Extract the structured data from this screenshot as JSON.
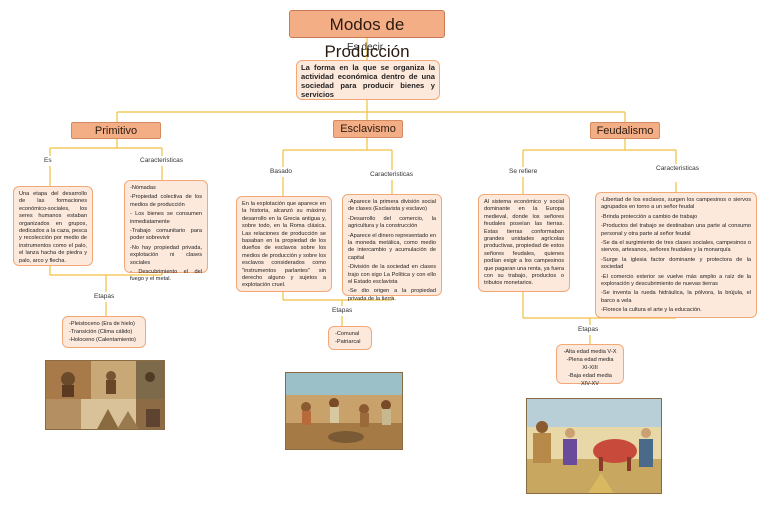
{
  "title": "Modos de Producción",
  "es_decir": "Es decir",
  "definition": "La forma en la que se organiza la actividad económica dentro de una sociedad para producir bienes y servicios",
  "etapas_label": "Etapas",
  "primitivo": {
    "title": "Primitivo",
    "left_label": "Es",
    "right_label": "Caracteristicas",
    "description": "Una etapa del desarrollo de las formaciones económico-sociales, los seres humanos estaban organizados en grupos, dedicados a la caza, pesca y recolección por medio de instrumentos como el palo, el lanza hacha de piedra y palo, arco y flecha.",
    "characteristics": [
      "-Nómadas",
      "-Propiedad colectiva de los medios de producción",
      "- Los bienes se consumen inmediatamente",
      "-Trabajo comunitario para poder sobrevivir",
      "-No hay propiedad privada, explotación ni clases sociales",
      "- Descubrimiento el del fuego y el metal."
    ],
    "etapas": [
      "-Pleistoceno (Era de hielo)",
      "-Transición (Clima cálido)",
      "-Holoceno (Calentamiento)"
    ]
  },
  "esclavismo": {
    "title": "Esclavismo",
    "left_label": "Basado",
    "right_label": "Caracteristicas",
    "description": "En la explotación que aparece en la historia, alcanzó su máximo desarrollo en la Grecia antigua y, sobre todo, en la Roma clásica. Las relaciones de producción se basaban en la propiedad de los dueños de esclavos sobre los medios de producción y sobre los esclavos considerados como \"instrumentos parlantes\" sin derecho alguno y sujetos a explotación cruel.",
    "characteristics": [
      "-Aparece la primera división social de clases (Esclavista y esclavo)",
      "-Desarrollo del comercio, la agricultura y la construcción",
      "-Aparece el dinero representado en la moneda metálica, como medio de intercambio y acumulación de capital",
      "-División de la sociedad en clases trajo con sigo La Política y con ello el Estado esclavista",
      "-Se dio origen a la propiedad privada de la tierra."
    ],
    "etapas": [
      "-Comunal",
      "-Patriarcal"
    ]
  },
  "feudalismo": {
    "title": "Feudalismo",
    "left_label": "Se refiere",
    "right_label": "Caracteristicas",
    "description": "Al sistema económico y social dominante en la Europa medieval, donde los señores feudales poseían las tierras. Estas tierras conformaban grandes unidades agrícolas productivas, propiedad de estos señores feudales, quienes podían exigir a los campesinos que pagaran una renta, ya fuera con su trabajo, productos o tributos monetarios.",
    "characteristics": [
      "-Libertad de los esclavos, surgen los campesinos o siervos agrupados en torno a un señor feudal",
      "-Brinda protección a cambio de trabajo",
      "-Productos del trabajo se destinaban una parte al consumo personal y otra parte al señor feudal",
      "-Se da el surgimiento de tres clases sociales, campesinos o siervos, artesanos, señores feudales y la monarquía",
      "-Surge la iglesia factor dominante y protectora de la sociedad",
      "-El comercio exterior se vuelve más amplio a raíz de la exploración y descubrimiento de nuevas tierras",
      "-Se inventa la rueda hidráulica, la pólvora, la brújula, el barco a vela",
      "-Florece la cultura el arte y la educación."
    ],
    "etapas": [
      "-Alta edad media V-X",
      "-Plena edad media XI-XIII",
      "-Baja edad media XIV-XV"
    ]
  },
  "colors": {
    "header": "#f4ae86",
    "box_fill": "#fde9dc",
    "box_border": "#f2a977",
    "connector": "#f0c040"
  }
}
